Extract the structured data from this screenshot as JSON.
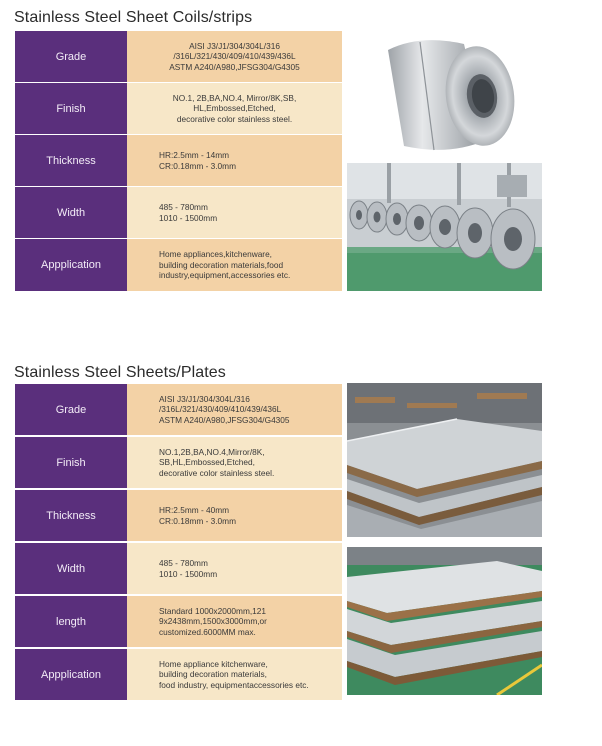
{
  "coils": {
    "title": "Stainless Steel Sheet Coils/strips",
    "rows": [
      {
        "label": "Grade",
        "lines": [
          "AISI J3/J1/304/304L/316",
          "/316L/321/430/409/410/439/436L",
          "ASTM A240/A980,JFSG304/G4305"
        ]
      },
      {
        "label": "Finish",
        "lines": [
          "NO.1, 2B,BA,NO.4, Mirror/8K,SB,",
          "HL,Embossed,Etched,",
          "decorative color stainless steel."
        ]
      },
      {
        "label": "Thickness",
        "lines": [
          "HR:2.5mm - 14mm",
          "CR:0.18mm - 3.0mm"
        ]
      },
      {
        "label": "Width",
        "lines": [
          "485 - 780mm",
          "1010 - 1500mm"
        ]
      },
      {
        "label": "Appplication",
        "lines": [
          "Home appliances,kitchenware,",
          "building decoration materials,food",
          "industry,equipment,accessories etc."
        ]
      }
    ]
  },
  "plates": {
    "title": "Stainless Steel Sheets/Plates",
    "rows": [
      {
        "label": "Grade",
        "lines": [
          "AISI J3/J1/304/304L/316",
          "/316L/321/430/409/410/439/436L",
          "ASTM A240/A980,JFSG304/G4305"
        ]
      },
      {
        "label": "Finish",
        "lines": [
          "NO.1,2B,BA,NO.4,Mirror/8K,",
          "SB,HL,Embossed,Etched,",
          "decorative color stainless steel."
        ]
      },
      {
        "label": "Thickness",
        "lines": [
          "HR:2.5mm - 40mm",
          "CR:0.18mm - 3.0mm"
        ]
      },
      {
        "label": "Width",
        "lines": [
          "485 - 780mm",
          "1010 - 1500mm"
        ]
      },
      {
        "label": "length",
        "lines": [
          "Standard 1000x2000mm,121",
          "9x2438mm,1500x3000mm,or",
          "customized.6000MM max."
        ]
      },
      {
        "label": "Appplication",
        "lines": [
          "Home appliance kitchenware,",
          "building decoration materials,",
          "food industry, equipmentaccessories etc."
        ]
      }
    ]
  }
}
